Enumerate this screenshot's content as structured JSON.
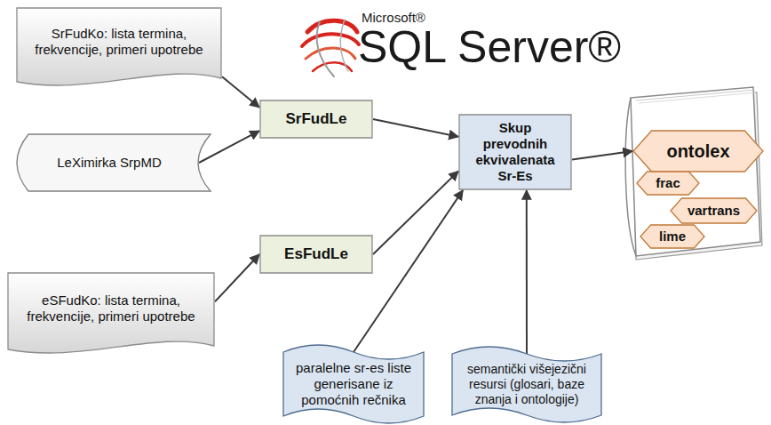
{
  "diagram": {
    "nodes": [
      {
        "text": [
          "SrFudKo: lista termina, frekvencije, primeri upotrebe"
        ]
      },
      {
        "text": [
          "LeXimirka SrpMD"
        ]
      },
      {
        "text": [
          "eSFudKo: lista termina, frekvencije, primeri upotrebe"
        ]
      },
      {
        "text": [
          "SrFudLe"
        ]
      },
      {
        "text": [
          "EsFudLe"
        ]
      },
      {
        "text": [
          "paralelne sr-es liste generisane iz pomoćnih rečnika"
        ]
      },
      {
        "text": [
          "Skup prevodnih ekvivalenata Sr-Es"
        ]
      },
      {
        "text": [
          "semantički višejezični resursi (glosari, baze znanja i ontologije)"
        ]
      },
      {
        "text": [
          "ontolex"
        ]
      },
      {
        "text": [
          "frac"
        ]
      },
      {
        "text": [
          "vartrans"
        ]
      },
      {
        "text": [
          "lime"
        ]
      }
    ],
    "edges": [
      {
        "from": 0,
        "to": 3,
        "arrow": "to"
      },
      {
        "from": 1,
        "to": 3,
        "arrow": "to"
      },
      {
        "from": 2,
        "to": 4,
        "arrow": "to"
      },
      {
        "from": 3,
        "to": 6,
        "arrow": "to"
      },
      {
        "from": 4,
        "to": 6,
        "arrow": "to"
      },
      {
        "from": 5,
        "to": 6,
        "arrow": "to"
      },
      {
        "from": 7,
        "to": 6,
        "arrow": "to"
      },
      {
        "from": 6,
        "to": 8,
        "arrow": "to"
      }
    ],
    "labels": [
      "Microsoft®",
      "SQL Server®"
    ]
  }
}
